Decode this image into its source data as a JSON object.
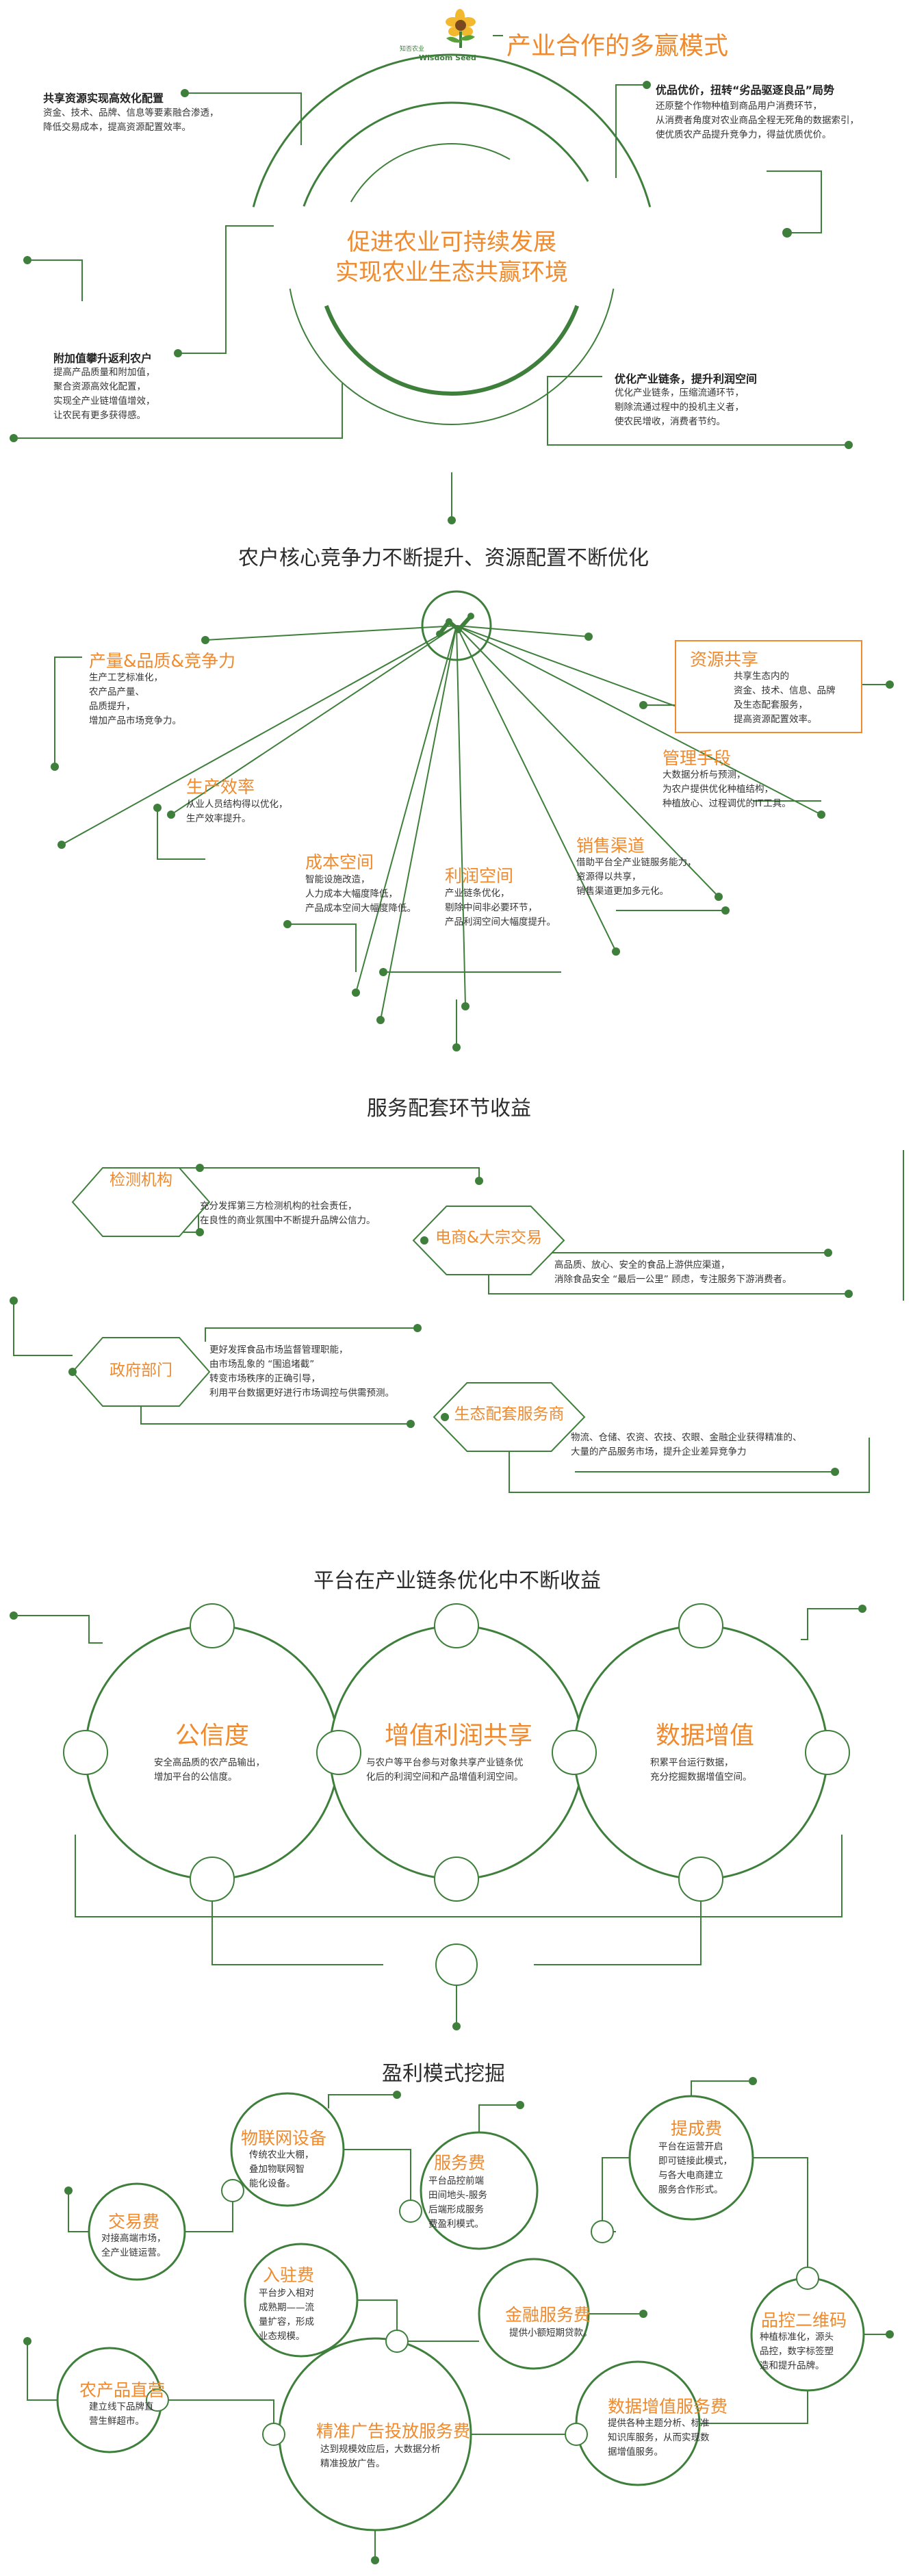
{
  "colors": {
    "green": "#3f7f3c",
    "orange": "#f08a2c",
    "text": "#333333",
    "node": "#3f7f3c"
  },
  "brand": {
    "cn": "知否农业",
    "en": "Wisdom Seed",
    "logo_icon": "sunflower-logo-icon"
  },
  "s1": {
    "title": "产业合作的多赢模式",
    "hero": [
      "促进农业可持续发展",
      "实现农业生态共赢环境"
    ],
    "share": {
      "head": "共享资源实现高效化配置",
      "lines": [
        "资金、技术、品牌、信息等要素融合渗透，",
        "降低交易成本，提高资源配置效率。"
      ]
    },
    "quality": {
      "head": "优品优价，扭转“劣品驱逐良品”局势",
      "lines": [
        "还原整个作物种植到商品用户消费环节，",
        "从消费者角度对农业商品全程无死角的数据索引，",
        "使优质农产品提升竞争力，得益优质优价。"
      ]
    },
    "benefit": {
      "head": "附加值攀升返利农户",
      "lines": [
        "提高产品质量和附加值，",
        "聚合资源高效化配置，",
        "实现全产业链增值增效，",
        "让农民有更多获得感。"
      ]
    },
    "optimize": {
      "head": "优化产业链条，提升利润空间",
      "lines": [
        "优化产业链条，压缩流通环节，",
        "剔除流通过程中的投机主义者，",
        "使农民增收，消费者节约。"
      ]
    }
  },
  "s2": {
    "title": "农户核心竞争力不断提升、资源配置不断优化",
    "hub_icon": "trend-line-icon",
    "nodes": [
      {
        "head": "产量&品质&竞争力",
        "lines": [
          "生产工艺标准化，",
          "农产品产量、",
          "品质提升，",
          "增加产品市场竞争力。"
        ]
      },
      {
        "head": "资源共享",
        "lines": [
          "共享生态内的",
          "资金、技术、信息、品牌",
          "及生态配套服务，",
          "提高资源配置效率。"
        ]
      },
      {
        "head": "管理手段",
        "lines": [
          "大数据分析与预测，",
          "为农户提供优化种植结构，",
          "种植放心、过程调优的IT工具。"
        ]
      },
      {
        "head": "生产效率",
        "lines": [
          "从业人员结构得以优化，",
          "生产效率提升。"
        ]
      },
      {
        "head": "销售渠道",
        "lines": [
          "借助平台全产业链服务能力，",
          "资源得以共享，",
          "销售渠道更加多元化。"
        ]
      },
      {
        "head": "成本空间",
        "lines": [
          "智能设施改造，",
          "人力成本大幅度降低，",
          "产品成本空间大幅度降低。"
        ]
      },
      {
        "head": "利润空间",
        "lines": [
          "产业链条优化，",
          "剔除中间非必要环节，",
          "产品利润空间大幅度提升。"
        ]
      }
    ]
  },
  "s3": {
    "title": "服务配套环节收益",
    "hexes": [
      {
        "label": "检测机构",
        "lines": [
          "充分发挥第三方检测机构的社会责任，",
          "在良性的商业氛围中不断提升品牌公信力。"
        ]
      },
      {
        "label": "电商&大宗交易",
        "lines": [
          "高品质、放心、安全的食品上游供应渠道，",
          "消除食品安全 “最后一公里” 顾虑，专注服务下游消费者。"
        ]
      },
      {
        "label": "政府部门",
        "lines": [
          "更好发挥食品市场监督管理职能，",
          "由市场乱象的 “围追堵截”",
          "转变市场秩序的正确引导，",
          "利用平台数据更好进行市场调控与供需预测。"
        ]
      },
      {
        "label": "生态配套服务商",
        "lines": [
          "物流、仓储、农资、农技、农眼、金融企业获得精准的、",
          "大量的产品服务市场，提升企业差异竞争力"
        ]
      }
    ]
  },
  "s4": {
    "title": "平台在产业链条优化中不断收益",
    "circles": [
      {
        "head": "公信度",
        "lines": [
          "安全高品质的农产品输出，",
          "增加平台的公信度。"
        ]
      },
      {
        "head": "增值利润共享",
        "lines": [
          "与农户等平台参与对象共享产业链条优",
          "化后的利润空间和产品增值利润空间。"
        ]
      },
      {
        "head": "数据增值",
        "lines": [
          "积累平台运行数据，",
          "充分挖掘数据增值空间。"
        ]
      }
    ]
  },
  "s5": {
    "title": "盈利模式挖掘",
    "nodes": [
      {
        "head": "物联网设备",
        "lines": [
          "传统农业大棚，",
          "叠加物联网智",
          "能化设备。"
        ]
      },
      {
        "head": "服务费",
        "lines": [
          "平台品控前端",
          "田间地头-服务",
          "后端形成服务",
          "费盈利模式。"
        ]
      },
      {
        "head": "提成费",
        "lines": [
          "平台在运营开启",
          "即可链接此模式，",
          "与各大电商建立",
          "服务合作形式。"
        ]
      },
      {
        "head": "交易费",
        "lines": [
          "对接高端市场，",
          "全产业链运营。"
        ]
      },
      {
        "head": "入驻费",
        "lines": [
          "平台步入相对",
          "成熟期——流",
          "量扩容，形成",
          "业态规模。"
        ]
      },
      {
        "head": "金融服务费",
        "lines": [
          "提供小额短期贷款。"
        ]
      },
      {
        "head": "品控二维码",
        "lines": [
          "种植标准化，源头",
          "品控，数字标签塑",
          "造和提升品牌。"
        ]
      },
      {
        "head": "农产品直营",
        "lines": [
          "建立线下品牌直",
          "营生鲜超市。"
        ]
      },
      {
        "head": "精准广告投放服务费",
        "lines": [
          "达到规模效应后，大数据分析",
          "精准投放广告。"
        ]
      },
      {
        "head": "数据增值服务费",
        "lines": [
          "提供各种主题分析、标准",
          "知识库服务，从而实现数",
          "据增值服务。"
        ]
      }
    ]
  }
}
